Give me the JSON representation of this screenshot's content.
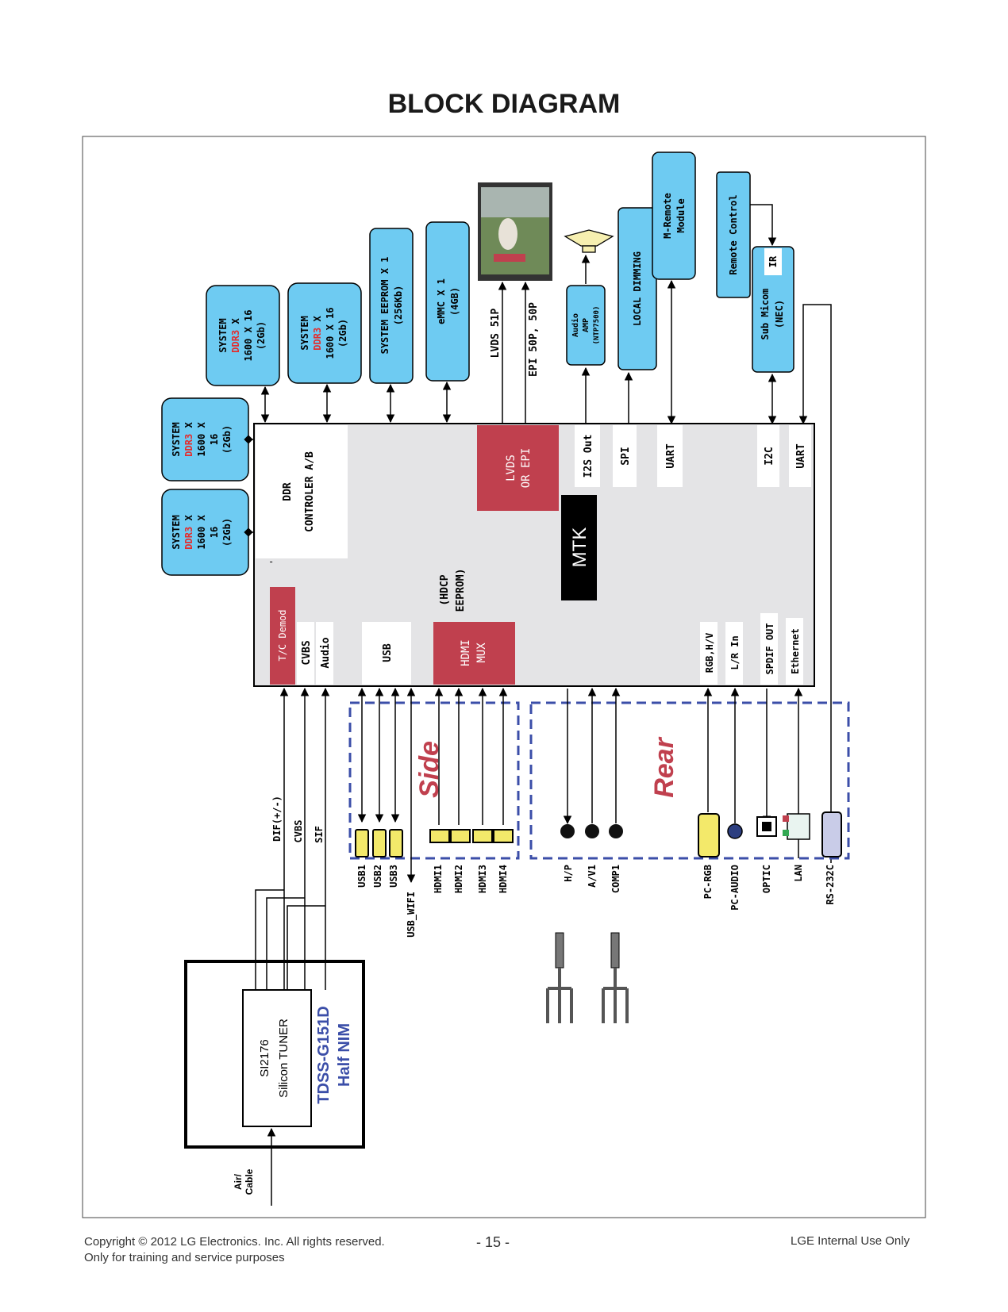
{
  "title": "BLOCK DIAGRAM",
  "colors": {
    "blue_box": "#6ecbf2",
    "red_block": "#c0404e",
    "mtk_black": "#000000",
    "soc_bg": "#e4e4e6",
    "group_dash": "#3b4ea8",
    "group_label": "#c0404e",
    "tuner_label": "#3b4ea8",
    "ddr_red": "#e32d2d"
  },
  "memory": {
    "ddr_prefix": "SYSTEM",
    "ddr_highlight": "DDR3",
    "ddr_suffix": "X",
    "ddr_wide_size": "1600 X 16",
    "ddr_narrow_size_a": "1600 X",
    "ddr_narrow_size_b": "16",
    "ddr_capacity": "(2Gb)",
    "eeprom_line1": "SYSTEM EEPROM X 1",
    "eeprom_line2": "(256Kb)",
    "emmc_line1": "eMMC X 1",
    "emmc_line2": "(4GB)"
  },
  "top_peripherals": {
    "lvds_51p": "LVDS 51P",
    "epi": "EPI 50P, 50P",
    "audio_amp_line1": "Audio",
    "audio_amp_line2": "AMP",
    "audio_amp_line3": "(NTP7500)",
    "local_dimming": "LOCAL  DIMMING",
    "m_remote_line1": "M-Remote",
    "m_remote_line2": "Module",
    "remote_control": "Remote Control",
    "ir": "IR",
    "sub_micom_line1": "Sub Micom",
    "sub_micom_line2": "(NEC)"
  },
  "soc": {
    "ddr_controller_line1": "DDR",
    "ddr_controller_line2": "CONTROLER A/B",
    "lvds_line1": "LVDS",
    "lvds_line2": "OR EPI",
    "i2s_out": "I2S Out",
    "spi": "SPI",
    "uart": "UART",
    "i2c": "I2C",
    "uart2": "UART",
    "mtk": "MTK",
    "hdcp_line1": "(HDCP",
    "hdcp_line2": "EEPROM)",
    "tc_demod": "T/C  Demod",
    "cvbs": "CVBS",
    "audio": "Audio",
    "usb": "USB",
    "hdmi_mux_line1": "HDMI",
    "hdmi_mux_line2": "MUX",
    "rgb_hv": "RGB,H/V",
    "lr_in": "L/R In",
    "spdif_out": "SPDIF OUT",
    "ethernet": "Ethernet",
    "dash": "-"
  },
  "groups": {
    "side": "Side",
    "rear": "Rear"
  },
  "tuner_lines": {
    "dif": "DIF(+/-)",
    "cvbs": "CVBS",
    "sif": "SIF"
  },
  "ports": {
    "usb1": "USB1",
    "usb2": "USB2",
    "usb3": "USB3",
    "usb_wifi": "USB_WIFI",
    "hdmi1": "HDMI1",
    "hdmi2": "HDMI2",
    "hdmi3": "HDMI3",
    "hdmi4": "HDMI4",
    "hp": "H/P",
    "av1": "A/V1",
    "comp1": "COMP1",
    "pc_rgb": "PC-RGB",
    "pc_audio": "PC-AUDIO",
    "optic": "OPTIC",
    "lan": "LAN",
    "rs232c": "RS-232C"
  },
  "tuner": {
    "chip_line1": "SI2176",
    "chip_line2": "Silicon TUNER",
    "module_line1": "TDSS-G151D",
    "module_line2": "Half NIM",
    "input_line1": "Air/",
    "input_line2": "Cable"
  },
  "footer": {
    "copyright": "Copyright  © 2012  LG Electronics. Inc. All rights reserved.",
    "purpose": "Only for training and service purposes",
    "page": "- 15 -",
    "internal": "LGE Internal Use Only"
  }
}
